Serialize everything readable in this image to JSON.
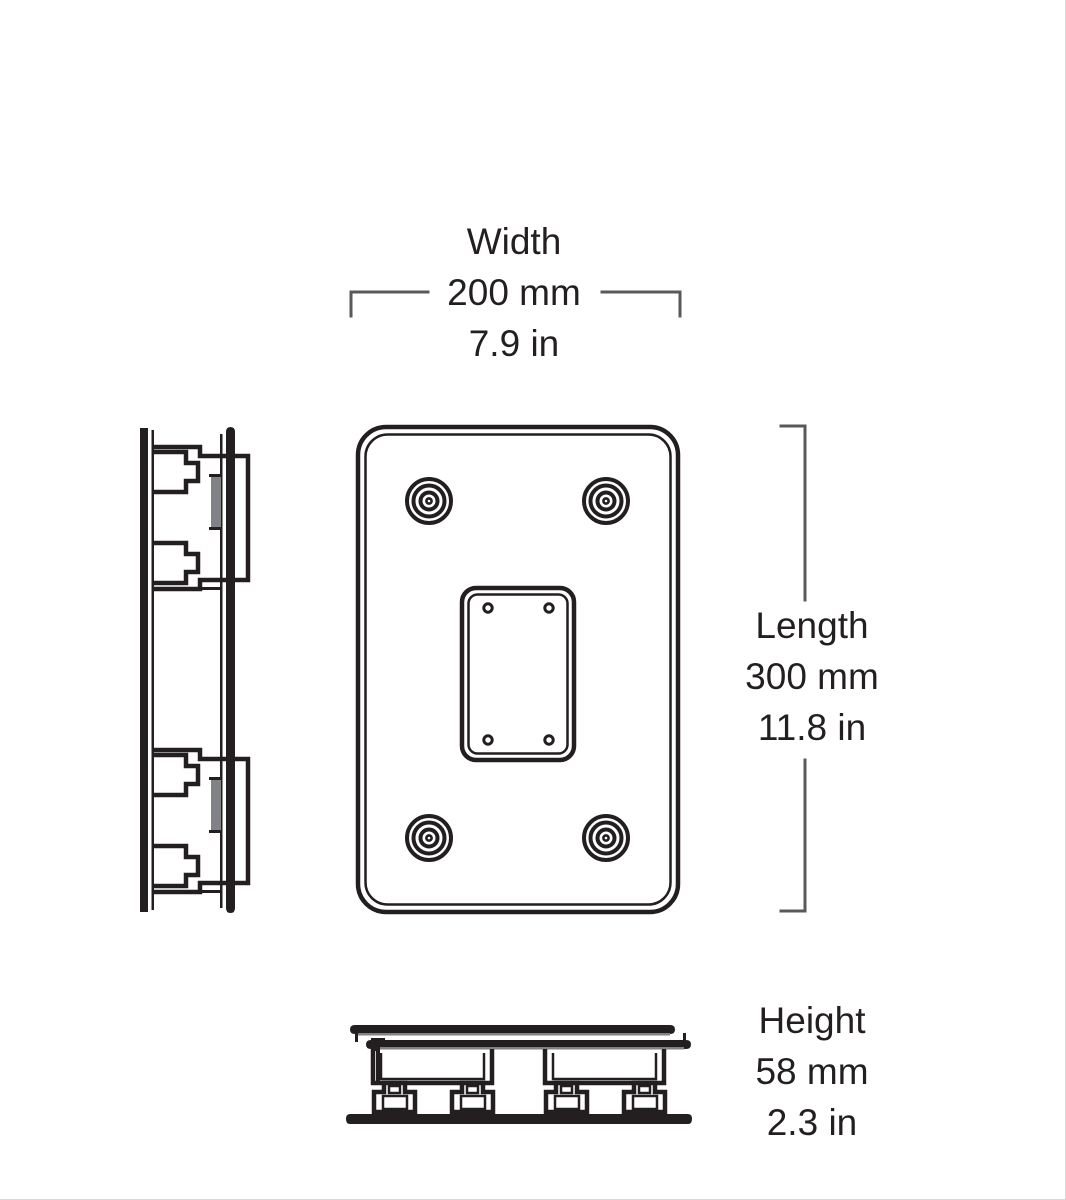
{
  "drawing": {
    "title_none": "",
    "views": [
      {
        "name": "side-view",
        "label": ""
      },
      {
        "name": "top-view",
        "label": ""
      },
      {
        "name": "front-view",
        "label": ""
      }
    ],
    "line_color": "#231f20",
    "background_color": "#ffffff",
    "border_color": "#d8d8d8"
  },
  "dimensions": {
    "width": {
      "label": "Width",
      "metric": "200 mm",
      "imperial": "7.9 in",
      "value_mm": 200,
      "value_in": 7.9
    },
    "length": {
      "label": "Length",
      "metric": "300 mm",
      "imperial": "11.8 in",
      "value_mm": 300,
      "value_in": 11.8
    },
    "height": {
      "label": "Height",
      "metric": "58 mm",
      "imperial": "2.3 in",
      "value_mm": 58,
      "value_in": 2.3
    }
  },
  "features": {
    "mounting_pads_count": 4,
    "center_plate_holes_count": 4,
    "feet_pairs_count": 2
  }
}
